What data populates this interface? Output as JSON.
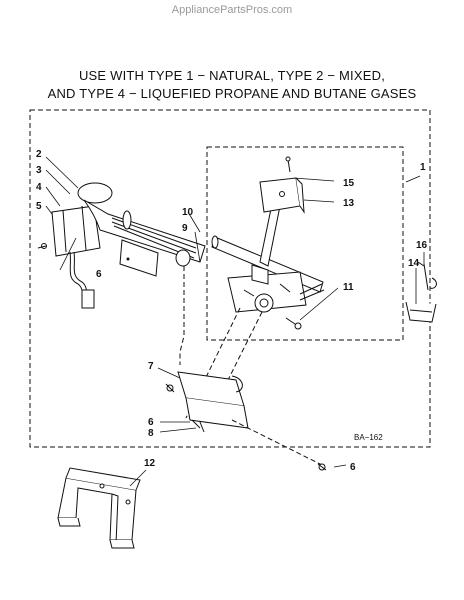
{
  "watermark": "AppliancePartsPros.com",
  "title_line1": "USE WITH TYPE 1 − NATURAL, TYPE 2 − MIXED,",
  "title_line2": "AND TYPE 4 − LIQUEFIED PROPANE AND BUTANE GASES",
  "diagram_code": "BA−162",
  "callouts": {
    "c1": "1",
    "c2": "2",
    "c3": "3",
    "c4": "4",
    "c5": "5",
    "c6a": "6",
    "c10": "10",
    "c9": "9",
    "c15": "15",
    "c13": "13",
    "c11": "11",
    "c16": "16",
    "c14": "14",
    "c7": "7",
    "c6b": "6",
    "c8": "8",
    "c6c": "6",
    "c12": "12"
  }
}
